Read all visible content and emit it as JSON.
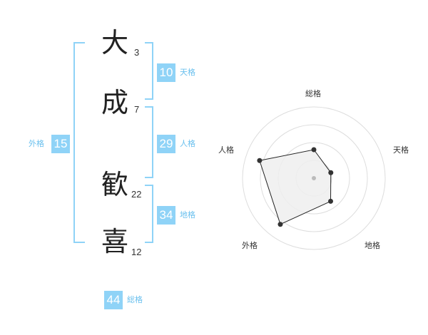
{
  "name": {
    "characters": [
      {
        "char": "大",
        "strokes": "3"
      },
      {
        "char": "成",
        "strokes": "7"
      },
      {
        "char": "歓",
        "strokes": "22"
      },
      {
        "char": "喜",
        "strokes": "12"
      }
    ]
  },
  "fortune": {
    "tenkaku": {
      "value": "10",
      "label": "天格"
    },
    "jinkaku": {
      "value": "29",
      "label": "人格"
    },
    "chikaku": {
      "value": "34",
      "label": "地格"
    },
    "gaikaku": {
      "value": "15",
      "label": "外格"
    },
    "soukaku": {
      "value": "44",
      "label": "総格"
    }
  },
  "radar": {
    "labels": [
      "総格",
      "天格",
      "地格",
      "外格",
      "人格"
    ],
    "ring_count": 4,
    "scores": [
      0.4,
      0.25,
      0.4,
      0.8,
      0.8
    ],
    "colors": {
      "fill": "#efefef",
      "line": "#222222",
      "ring": "#dddddd",
      "center": "#bbbbbb"
    }
  }
}
